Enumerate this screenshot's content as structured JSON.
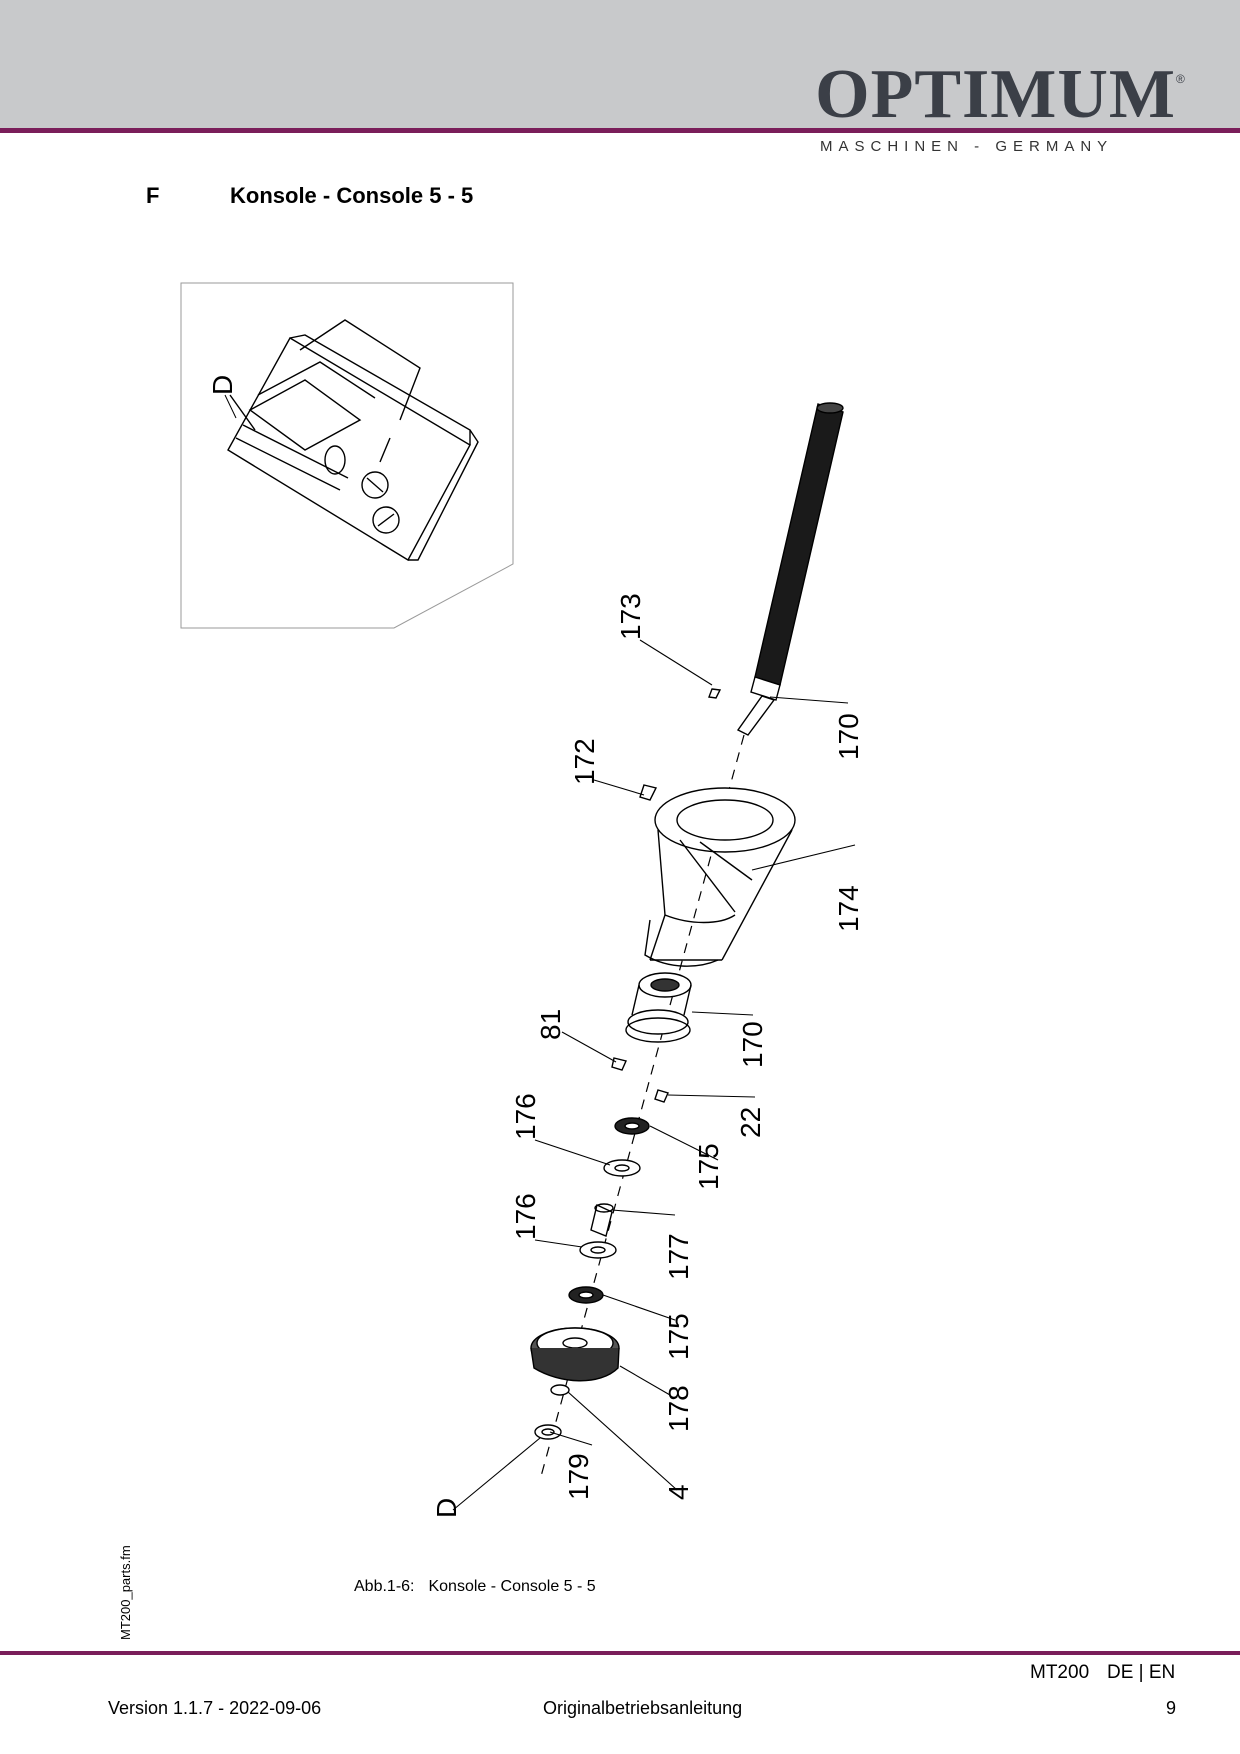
{
  "header": {
    "brand": "OPTIMUM",
    "registered_mark": "®",
    "tagline": "MASCHINEN - GERMANY",
    "accent_color": "#7a1e5a",
    "band_color": "#c8c9cb"
  },
  "section": {
    "letter": "F",
    "title": "Konsole - Console 5 - 5"
  },
  "diagram": {
    "detail_label": "D",
    "part_labels": {
      "p173": "173",
      "p170a": "170",
      "p172": "172",
      "p174": "174",
      "p81": "81",
      "p170b": "170",
      "p22": "22",
      "p176a": "176",
      "p175a": "175",
      "p176b": "176",
      "p177": "177",
      "p175b": "175",
      "p178": "178",
      "p179": "179",
      "p4": "4",
      "pD": "D"
    }
  },
  "caption": {
    "number": "Abb.1-6:",
    "text": "Konsole - Console 5 - 5"
  },
  "side_note": "MT200_parts.fm",
  "footer": {
    "model": "MT200",
    "languages": "DE | EN",
    "version": "Version 1.1.7 - 2022-09-06",
    "doc_type": "Originalbetriebsanleitung",
    "page": "9"
  }
}
